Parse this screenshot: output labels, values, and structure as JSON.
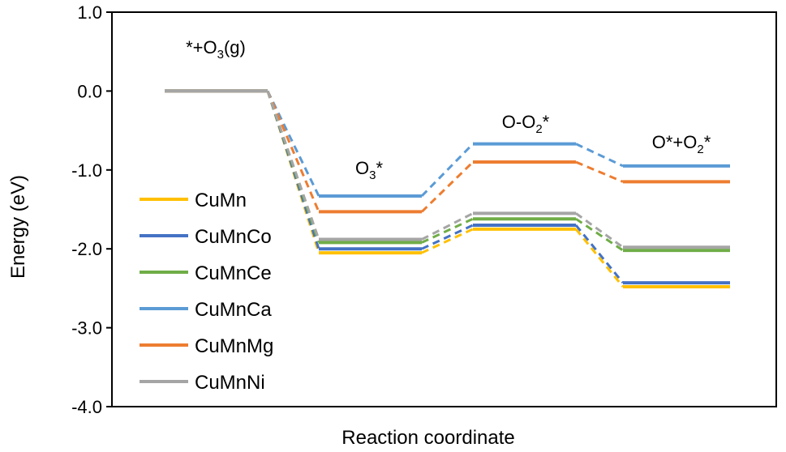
{
  "chart_data": {
    "type": "line",
    "title": "",
    "xlabel": "Reaction coordinate",
    "ylabel": "Energy (eV)",
    "ylim": [
      -4.0,
      1.0
    ],
    "yticks": [
      "1.0",
      "0.0",
      "-1.0",
      "-2.0",
      "-3.0",
      "-4.0"
    ],
    "grid": false,
    "legend_position": "left",
    "states": [
      {
        "label_pre": "*+O",
        "label_sub": "3",
        "label_post": "(g)",
        "label_sub2": "",
        "label_post2": ""
      },
      {
        "label_pre": "O",
        "label_sub": "3",
        "label_post": "*",
        "label_sub2": "",
        "label_post2": ""
      },
      {
        "label_pre": "O-O",
        "label_sub": "2",
        "label_post": "*",
        "label_sub2": "",
        "label_post2": ""
      },
      {
        "label_pre": "O*+O",
        "label_sub": "2",
        "label_post": "*",
        "label_sub2": "",
        "label_post2": ""
      }
    ],
    "series": [
      {
        "name": "CuMn",
        "color": "#FFC000",
        "values": [
          0.0,
          -2.05,
          -1.75,
          -2.48
        ]
      },
      {
        "name": "CuMnCo",
        "color": "#4472C4",
        "values": [
          0.0,
          -2.0,
          -1.7,
          -2.43
        ]
      },
      {
        "name": "CuMnCe",
        "color": "#70AD47",
        "values": [
          0.0,
          -1.92,
          -1.62,
          -2.02
        ]
      },
      {
        "name": "CuMnCa",
        "color": "#5B9BD5",
        "values": [
          0.0,
          -1.33,
          -0.67,
          -0.95
        ]
      },
      {
        "name": "CuMnMg",
        "color": "#ED7D31",
        "values": [
          0.0,
          -1.53,
          -0.9,
          -1.15
        ]
      },
      {
        "name": "CuMnNi",
        "color": "#A5A5A5",
        "values": [
          0.0,
          -1.88,
          -1.55,
          -1.98
        ]
      }
    ]
  }
}
